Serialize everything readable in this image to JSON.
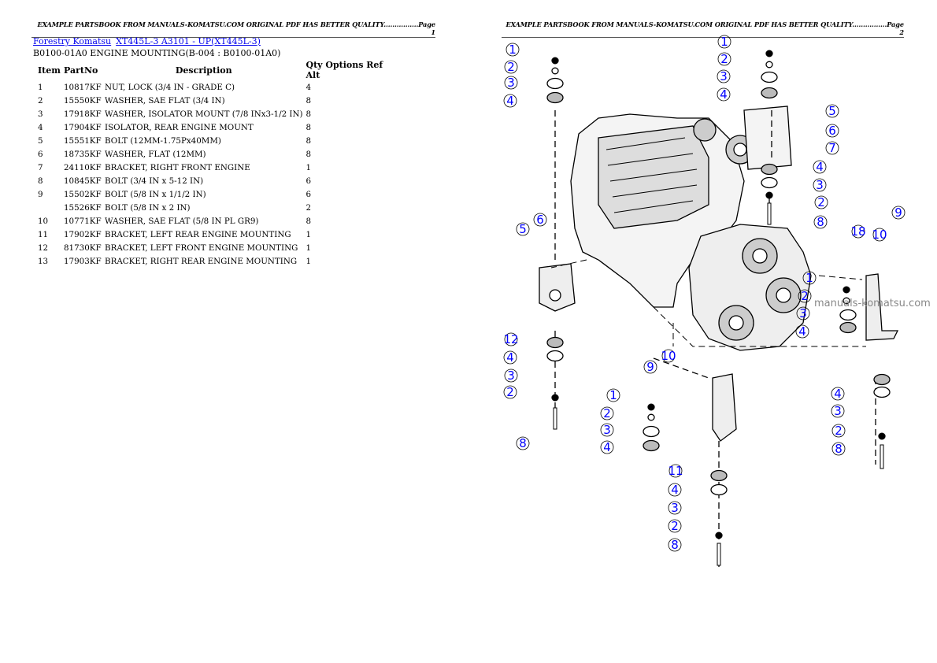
{
  "page1": {
    "header": "EXAMPLE PARTSBOOK FROM MANUALS-KOMATSU.COM ORIGINAL PDF HAS BETTER QUALITY................Page 1",
    "breadcrumb": [
      {
        "label": "Forestry Komatsu"
      },
      {
        "label": "XT445L-3 A3101 - UP(XT445L-3)"
      }
    ],
    "subtitle": "B0100-01A0 ENGINE MOUNTING(B-004 : B0100-01A0)",
    "table": {
      "headers": {
        "item": "Item",
        "partno": "PartNo",
        "description": "Description",
        "qty": "Qty Options Ref Alt"
      },
      "rows": [
        {
          "item": "1",
          "partno": "10817KF",
          "description": "NUT, LOCK (3/4 IN - GRADE C)",
          "qty": "4"
        },
        {
          "item": "2",
          "partno": "15550KF",
          "description": "WASHER, SAE FLAT (3/4 IN)",
          "qty": "8"
        },
        {
          "item": "3",
          "partno": "17918KF",
          "description": "WASHER, ISOLATOR MOUNT (7/8 INx3-1/2 IN)",
          "qty": "8"
        },
        {
          "item": "4",
          "partno": "17904KF",
          "description": "ISOLATOR, REAR ENGINE MOUNT",
          "qty": "8"
        },
        {
          "item": "5",
          "partno": "15551KF",
          "description": "BOLT (12MM-1.75Px40MM)",
          "qty": "8"
        },
        {
          "item": "6",
          "partno": "18735KF",
          "description": "WASHER, FLAT (12MM)",
          "qty": "8"
        },
        {
          "item": "7",
          "partno": "24110KF",
          "description": "BRACKET, RIGHT FRONT ENGINE",
          "qty": "1"
        },
        {
          "item": "8",
          "partno": "10845KF",
          "description": "BOLT (3/4 IN x 5-12 IN)",
          "qty": "6"
        },
        {
          "item": "9",
          "partno": "15502KF",
          "description": "BOLT (5/8 IN x 1/1/2 IN)",
          "qty": "6"
        },
        {
          "item": "",
          "partno": "15526KF",
          "description": "BOLT (5/8 IN x 2 IN)",
          "qty": "2"
        },
        {
          "item": "10",
          "partno": "10771KF",
          "description": "WASHER, SAE FLAT (5/8 IN PL GR9)",
          "qty": "8"
        },
        {
          "item": "11",
          "partno": "17902KF",
          "description": "BRACKET, LEFT REAR ENGINE MOUNTING",
          "qty": "1"
        },
        {
          "item": "12",
          "partno": "81730KF",
          "description": "BRACKET, LEFT FRONT ENGINE MOUNTING",
          "qty": "1"
        },
        {
          "item": "13",
          "partno": "17903KF",
          "description": "BRACKET, RIGHT REAR ENGINE MOUNTING",
          "qty": "1"
        }
      ]
    }
  },
  "page2": {
    "header": "EXAMPLE PARTSBOOK FROM MANUALS-KOMATSU.COM ORIGINAL PDF HAS BETTER QUALITY................Page 2",
    "diagram": {
      "watermark": "manuals-komatsu.com",
      "callout_color": "#0000ff",
      "callouts": [
        "1",
        "2",
        "3",
        "4",
        "1",
        "2",
        "3",
        "4",
        "5",
        "6",
        "7",
        "4",
        "3",
        "2",
        "8",
        "5",
        "6",
        "18",
        "10",
        "9",
        "1",
        "2",
        "3",
        "4",
        "12",
        "4",
        "3",
        "2",
        "8",
        "9",
        "10",
        "1",
        "2",
        "3",
        "4",
        "11",
        "4",
        "3",
        "2",
        "8",
        "4",
        "3",
        "2",
        "8"
      ]
    }
  }
}
